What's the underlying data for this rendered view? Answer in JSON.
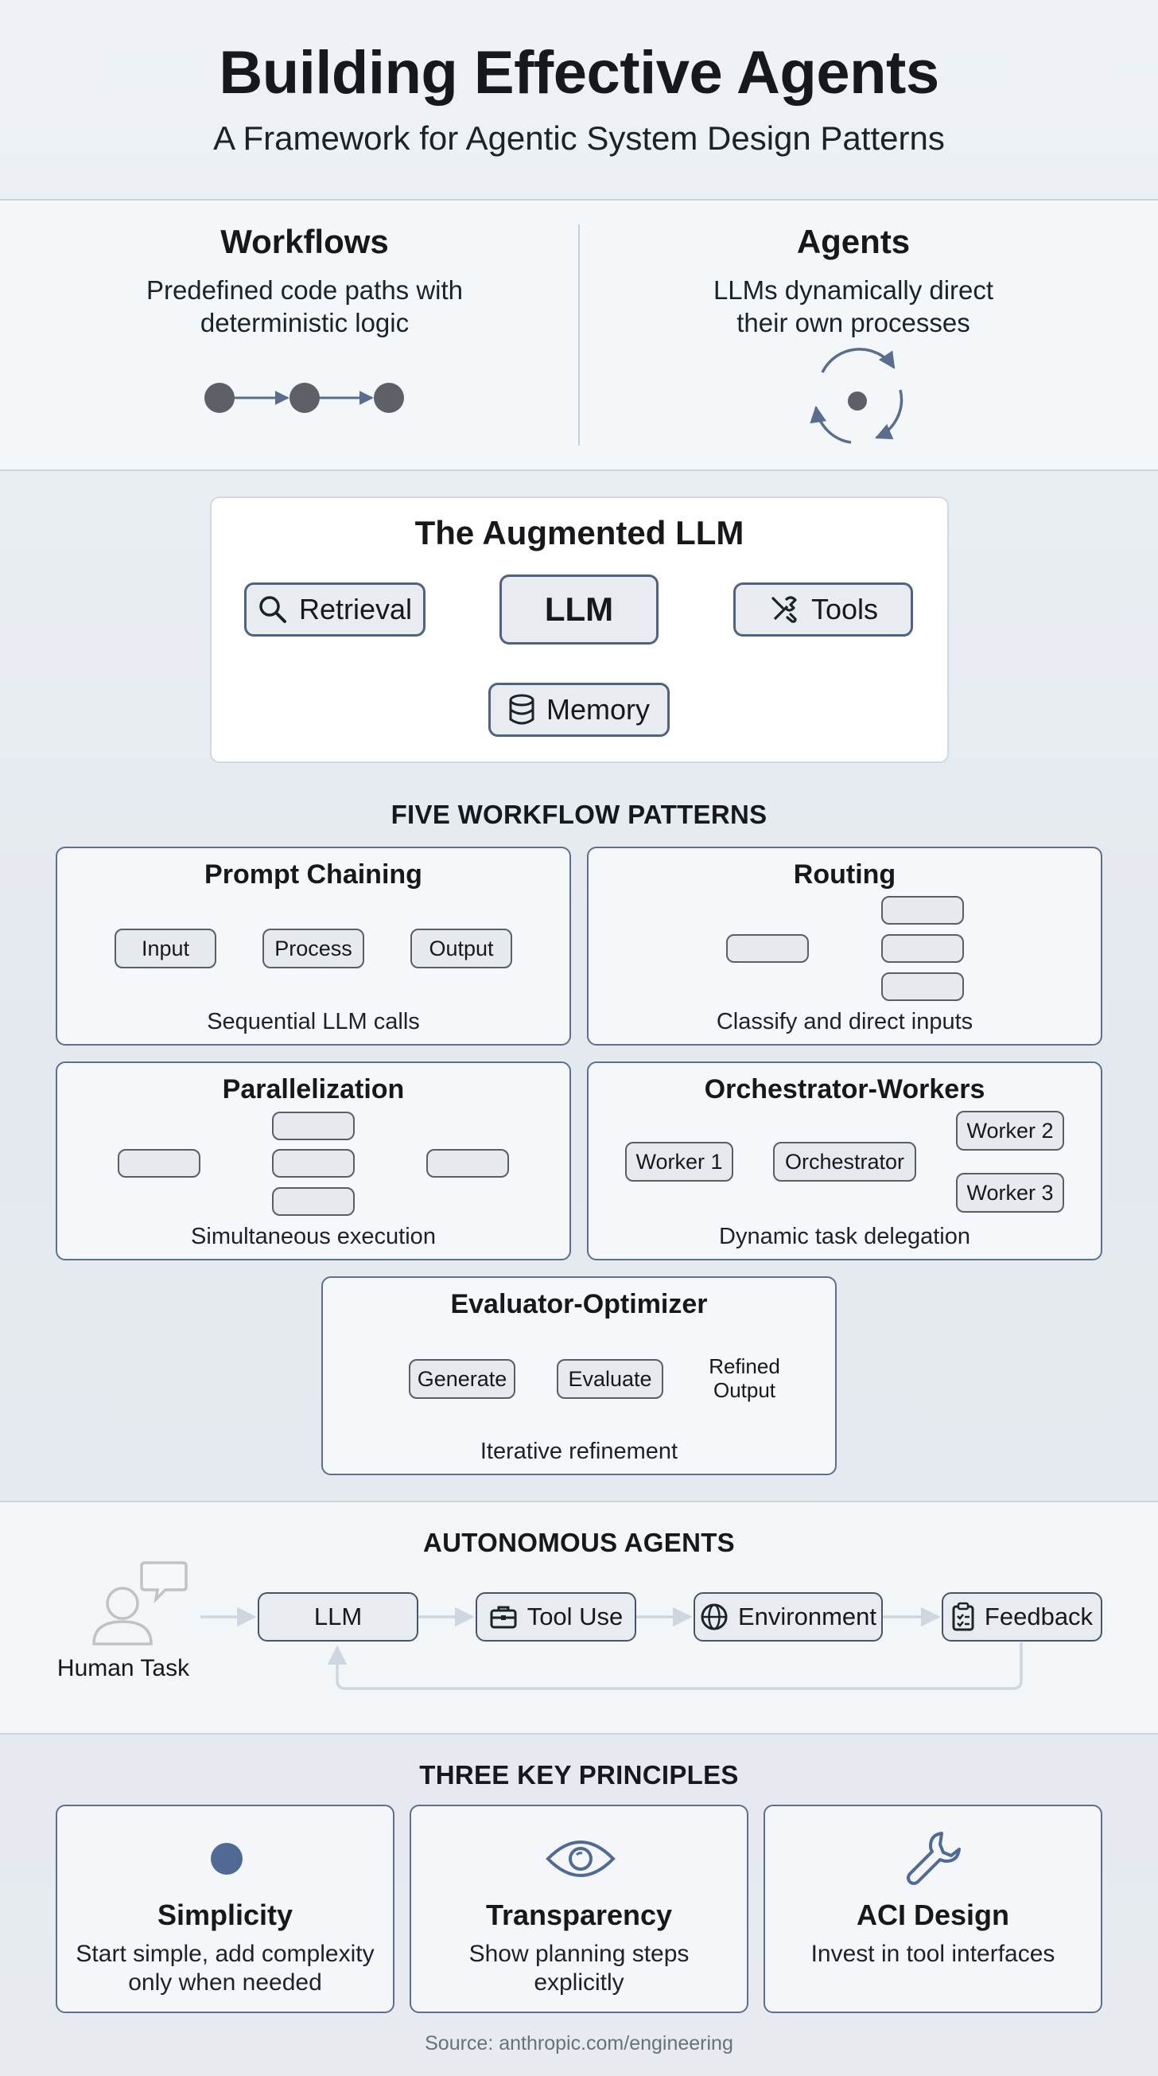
{
  "header": {
    "title": "Building Effective Agents",
    "subtitle": "A Framework for Agentic System Design Patterns"
  },
  "comparison": {
    "workflows": {
      "title": "Workflows",
      "desc_line1": "Predefined code paths with",
      "desc_line2": "deterministic logic",
      "icon": "linear-flow-icon"
    },
    "agents": {
      "title": "Agents",
      "desc_line1": "LLMs dynamically direct",
      "desc_line2": "their own processes",
      "icon": "cycle-icon"
    }
  },
  "augmented_llm": {
    "title": "The Augmented LLM",
    "center": "LLM",
    "retrieval": "Retrieval",
    "tools": "Tools",
    "memory": "Memory"
  },
  "patterns": {
    "heading": "FIVE WORKFLOW PATTERNS",
    "prompt_chaining": {
      "title": "Prompt Chaining",
      "steps": [
        "Input",
        "Process",
        "Output"
      ],
      "caption": "Sequential LLM calls"
    },
    "routing": {
      "title": "Routing",
      "caption": "Classify and direct inputs"
    },
    "parallelization": {
      "title": "Parallelization",
      "caption": "Simultaneous execution"
    },
    "orchestrator_workers": {
      "title": "Orchestrator-Workers",
      "orchestrator": "Orchestrator",
      "worker1": "Worker 1",
      "worker2": "Worker 2",
      "worker3": "Worker 3",
      "caption": "Dynamic task delegation"
    },
    "evaluator_optimizer": {
      "title": "Evaluator-Optimizer",
      "generate": "Generate",
      "evaluate": "Evaluate",
      "output_line1": "Refined",
      "output_line2": "Output",
      "caption": "Iterative refinement"
    }
  },
  "autonomous": {
    "heading": "AUTONOMOUS AGENTS",
    "human_task": "Human Task",
    "llm": "LLM",
    "tool_use": "Tool Use",
    "environment": "Environment",
    "feedback": "Feedback"
  },
  "principles": {
    "heading": "THREE KEY PRINCIPLES",
    "items": [
      {
        "title": "Simplicity",
        "line1": "Start simple, add complexity",
        "line2": "only when needed",
        "icon": "dot-icon"
      },
      {
        "title": "Transparency",
        "line1": "Show planning steps",
        "line2": "explicitly",
        "icon": "eye-icon"
      },
      {
        "title": "ACI Design",
        "line1": "Invest in tool interfaces",
        "line2": "",
        "icon": "wrench-icon"
      }
    ]
  },
  "footer": {
    "source": "Source: anthropic.com/engineering"
  },
  "colors": {
    "accent": "#4f6280",
    "arrow": "#5a6d8c",
    "dot": "#5e6068",
    "border": "#5d6f8c"
  }
}
